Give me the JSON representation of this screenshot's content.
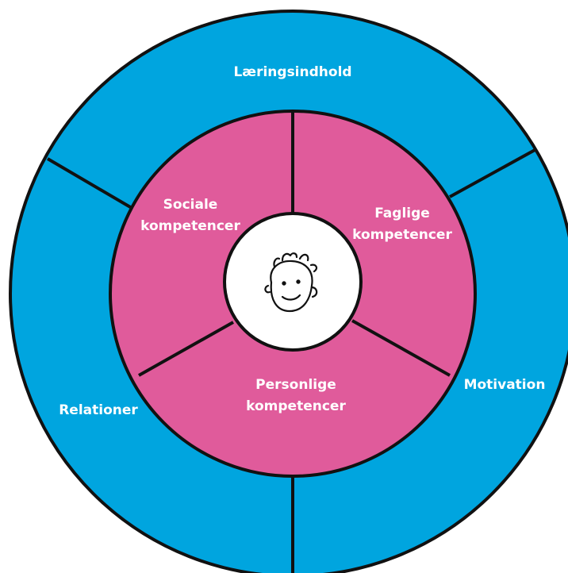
{
  "colors": {
    "outer_ring": "#00a5df",
    "inner_ring": "#e05b9b",
    "center": "#ffffff",
    "stroke": "#111111",
    "label_text": "#ffffff"
  },
  "outer_ring": {
    "top": "Læringsindhold",
    "right": "Motivation",
    "left": "Relationer"
  },
  "inner_ring": {
    "left": {
      "line1": "Sociale",
      "line2": "kompetencer"
    },
    "right": {
      "line1": "Faglige",
      "line2": "kompetencer"
    },
    "bottom": {
      "line1": "Personlige",
      "line2": "kompetencer"
    }
  },
  "center": {
    "icon": "child-face-icon"
  }
}
